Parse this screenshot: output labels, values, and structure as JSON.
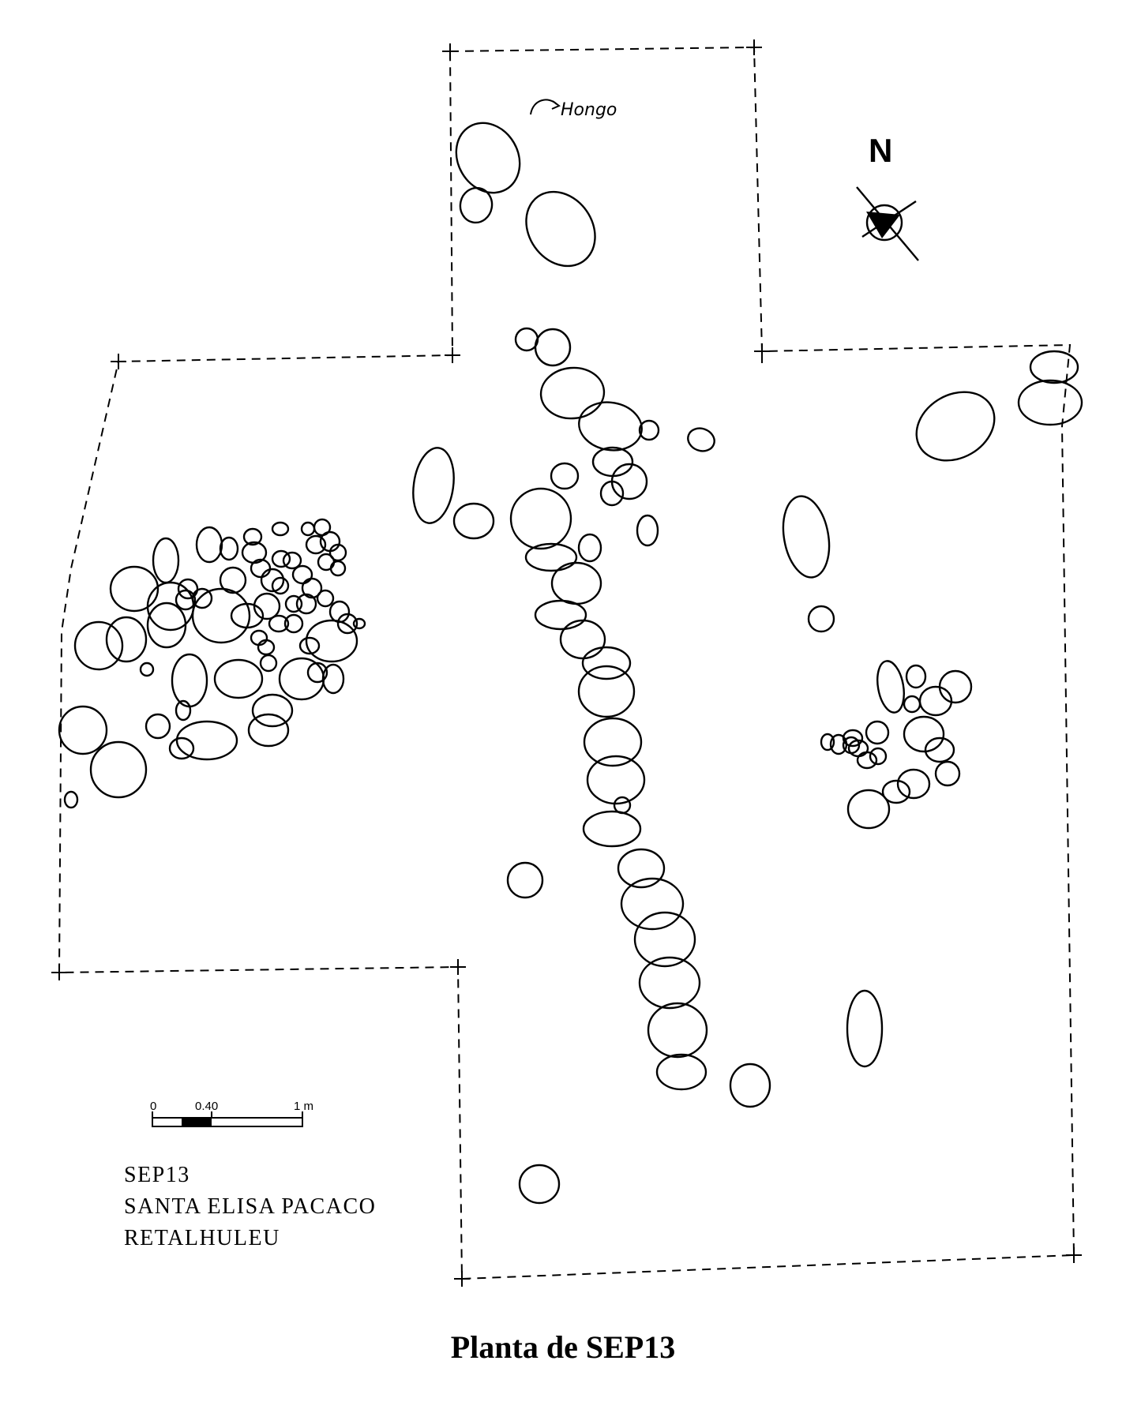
{
  "figure": {
    "caption": "Planta de SEP13"
  },
  "plan": {
    "north_label": "N",
    "note_label": "Hongo",
    "scale": {
      "label_0": "0",
      "label_mid": "0.40",
      "label_end": "1 m"
    },
    "site_info": {
      "line1": "SEP13",
      "line2": "SANTA ELISA PACACO",
      "line3": "RETALHULEU"
    }
  }
}
